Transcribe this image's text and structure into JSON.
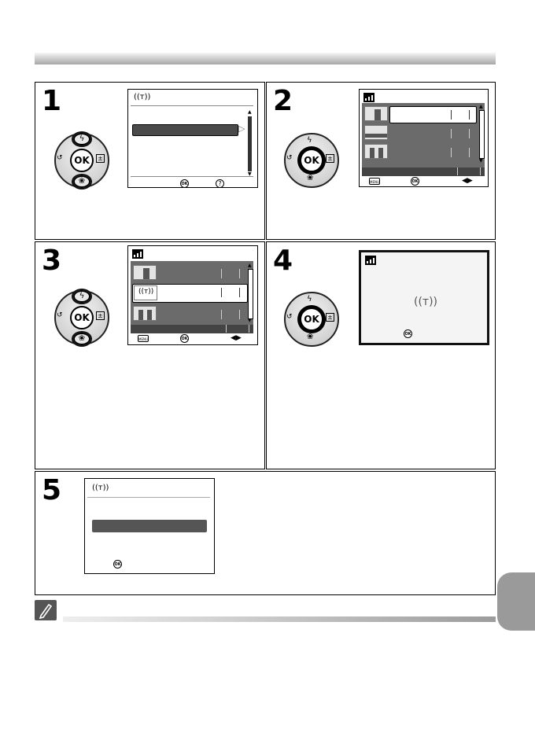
{
  "steps": [
    {
      "number": "1"
    },
    {
      "number": "2"
    },
    {
      "number": "3"
    },
    {
      "number": "4"
    },
    {
      "number": "5"
    }
  ],
  "icons": {
    "ok_label": "OK",
    "ok_small": "OK",
    "menu_small": "MENU",
    "help_symbol": "?",
    "wireless_symbol": "((ᴛ))",
    "flash_symbol": "ϟ",
    "macro_symbol": "❀",
    "timer_symbol": "↺",
    "exposure_symbol": "±",
    "lr_arrows": "◀▶",
    "scroll_up": "▲",
    "scroll_down": "▼",
    "pointer_right": "▷"
  },
  "colors": {
    "header_gradient_dark": "#a7a7a7",
    "highlight": "#4a4a4a",
    "side_tab": "#9a9a9a"
  }
}
